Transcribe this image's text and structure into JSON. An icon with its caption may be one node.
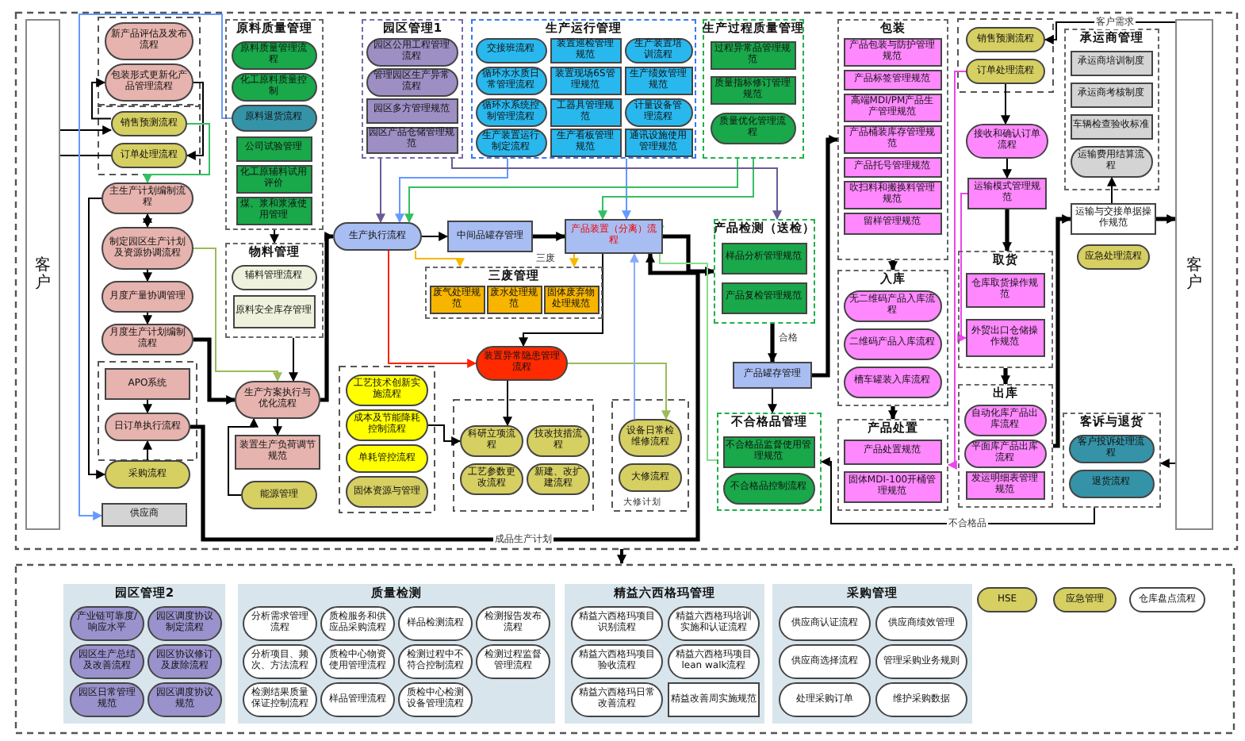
{
  "diagram": {
    "nodes": [
      {
        "text": [
          "客户"
        ]
      },
      {
        "text": [
          "新产品评估及发布流程"
        ]
      },
      {
        "text": [
          "包装形式更新化产品管理流程"
        ]
      },
      {
        "text": [
          "销售预测流程"
        ]
      },
      {
        "text": [
          "订单处理流程"
        ]
      },
      {
        "text": [
          "主生产计划编制流程"
        ]
      },
      {
        "text": [
          "制定园区生产计划及资源协调流程"
        ]
      },
      {
        "text": [
          "月度产量协调管理"
        ]
      },
      {
        "text": [
          "月度生产计划编制流程"
        ]
      },
      {
        "text": [
          "APO系统"
        ]
      },
      {
        "text": [
          "日订单执行流程"
        ]
      },
      {
        "text": [
          "采购流程"
        ]
      },
      {
        "text": [
          "供应商"
        ]
      },
      {
        "text": [
          "原料质量管理"
        ]
      },
      {
        "text": [
          "原料质量管理流程"
        ],
        "in": 13
      },
      {
        "text": [
          "化工原料质量控制"
        ],
        "in": 13
      },
      {
        "text": [
          "原料退货流程"
        ],
        "in": 13
      },
      {
        "text": [
          "公司试验管理"
        ],
        "in": 13
      },
      {
        "text": [
          "化工原辅料试用评价"
        ],
        "in": 13
      },
      {
        "text": [
          "煤、浆和浆液使用管理"
        ],
        "in": 13
      },
      {
        "text": [
          "物料管理"
        ]
      },
      {
        "text": [
          "辅料管理流程"
        ],
        "in": 20
      },
      {
        "text": [
          "原料安全库存管理"
        ],
        "in": 20
      },
      {
        "text": [
          "园区管理1"
        ]
      },
      {
        "text": [
          "园区公用工程管理流程"
        ],
        "in": 23
      },
      {
        "text": [
          "管理园区生产异常流程"
        ],
        "in": 23
      },
      {
        "text": [
          "园区多方管理规范"
        ],
        "in": 23
      },
      {
        "text": [
          "园区产品仓储管理规范"
        ],
        "in": 23
      },
      {
        "text": [
          "生产运行管理"
        ]
      },
      {
        "text": [
          "交接班流程"
        ],
        "in": 28
      },
      {
        "text": [
          "装置巡检管理规范"
        ],
        "in": 28
      },
      {
        "text": [
          "生产装置培训流程"
        ],
        "in": 28
      },
      {
        "text": [
          "循环水水质日常管理流程"
        ],
        "in": 28
      },
      {
        "text": [
          "装置现场6S管理规范"
        ],
        "in": 28
      },
      {
        "text": [
          "生产绩效管理规范"
        ],
        "in": 28
      },
      {
        "text": [
          "循环水系统控制管理流程"
        ],
        "in": 28
      },
      {
        "text": [
          "工器具管理规范"
        ],
        "in": 28
      },
      {
        "text": [
          "计量设备管理流程"
        ],
        "in": 28
      },
      {
        "text": [
          "生产装置运行制定流程"
        ],
        "in": 28
      },
      {
        "text": [
          "生产看板管理规范"
        ],
        "in": 28
      },
      {
        "text": [
          "通讯设施使用管理规范"
        ],
        "in": 28
      },
      {
        "text": [
          "生产过程质量管理"
        ]
      },
      {
        "text": [
          "过程异常品管理规范"
        ],
        "in": 41
      },
      {
        "text": [
          "质量指标修订管理规范"
        ],
        "in": 41
      },
      {
        "text": [
          "质量优化管理流程"
        ],
        "in": 41
      },
      {
        "text": [
          "包装"
        ]
      },
      {
        "text": [
          "产品包装与防护管理规范"
        ],
        "in": 45
      },
      {
        "text": [
          "产品标签管理规范"
        ],
        "in": 45
      },
      {
        "text": [
          "高端MDI/PM产品生产管理规范"
        ],
        "in": 45
      },
      {
        "text": [
          "产品桶装库存管理规范"
        ],
        "in": 45
      },
      {
        "text": [
          "产品托号管理规范"
        ],
        "in": 45
      },
      {
        "text": [
          "吹扫料和搬换料管理规范"
        ],
        "in": 45
      },
      {
        "text": [
          "留样管理规范"
        ],
        "in": 45
      },
      {
        "text": [
          "入库"
        ]
      },
      {
        "text": [
          "无二维码产品入库流程"
        ],
        "in": 53
      },
      {
        "text": [
          "二维码产品入库流程"
        ],
        "in": 53
      },
      {
        "text": [
          "槽车罐装入库流程"
        ],
        "in": 53
      },
      {
        "text": [
          "产品处置"
        ]
      },
      {
        "text": [
          "产品处置规范"
        ],
        "in": 57
      },
      {
        "text": [
          "固体MDI-100开桶管理规范"
        ],
        "in": 57
      },
      {
        "text": [
          "销售预测流程"
        ]
      },
      {
        "text": [
          "订单处理流程"
        ]
      },
      {
        "text": [
          "接收和确认订单流程"
        ]
      },
      {
        "text": [
          "运输模式管理规范"
        ]
      },
      {
        "text": [
          "取货"
        ]
      },
      {
        "text": [
          "仓库取货操作规范"
        ],
        "in": 64
      },
      {
        "text": [
          "外贸出口仓储操作规范"
        ],
        "in": 64
      },
      {
        "text": [
          "出库"
        ]
      },
      {
        "text": [
          "自动化库产品出库流程"
        ],
        "in": 67
      },
      {
        "text": [
          "平面库产品出库流程"
        ],
        "in": 67
      },
      {
        "text": [
          "发运明细表管理规范"
        ],
        "in": 67
      },
      {
        "text": [
          "承运商管理"
        ]
      },
      {
        "text": [
          "承运商培训制度"
        ],
        "in": 71
      },
      {
        "text": [
          "承运商考核制度"
        ],
        "in": 71
      },
      {
        "text": [
          "车辆检查验收标准"
        ],
        "in": 71
      },
      {
        "text": [
          "运输费用结算流程"
        ],
        "in": 71
      },
      {
        "text": [
          "运输与交接单据操作规范"
        ]
      },
      {
        "text": [
          "应急处理流程"
        ]
      },
      {
        "text": [
          "客诉与退货"
        ]
      },
      {
        "text": [
          "客户投诉处理流程"
        ],
        "in": 78
      },
      {
        "text": [
          "退货流程"
        ],
        "in": 78
      },
      {
        "text": [
          "客户"
        ]
      },
      {
        "text": [
          "生产执行流程"
        ]
      },
      {
        "text": [
          "中间品罐存管理"
        ]
      },
      {
        "text": [
          "产品装置（分离）流程"
        ]
      },
      {
        "text": [
          "三废管理"
        ]
      },
      {
        "text": [
          "废气处理规范"
        ],
        "in": 85
      },
      {
        "text": [
          "废水处理规范"
        ],
        "in": 85
      },
      {
        "text": [
          "固体废弃物处理规范"
        ],
        "in": 85
      },
      {
        "text": [
          "装置异常隐患管理流程"
        ]
      },
      {
        "text": [
          "工艺技术创新实施流程"
        ]
      },
      {
        "text": [
          "成本及节能降耗控制流程"
        ]
      },
      {
        "text": [
          "单耗管控流程"
        ]
      },
      {
        "text": [
          "固体资源与管理"
        ]
      },
      {
        "text": [
          "科研立项流程"
        ]
      },
      {
        "text": [
          "技改技措流程"
        ]
      },
      {
        "text": [
          "工艺参数更改流程"
        ]
      },
      {
        "text": [
          "新建、改扩建流程"
        ]
      },
      {
        "text": [
          "设备日常检维修流程"
        ]
      },
      {
        "text": [
          "大修流程"
        ]
      },
      {
        "text": [
          "生产方案执行与优化流程"
        ]
      },
      {
        "text": [
          "装置生产负荷调节规范"
        ]
      },
      {
        "text": [
          "能源管理"
        ]
      },
      {
        "text": [
          "产品检测（送检）"
        ]
      },
      {
        "text": [
          "样品分析管理规范"
        ],
        "in": 103
      },
      {
        "text": [
          "产品复检管理规范"
        ],
        "in": 103
      },
      {
        "text": [
          "产品罐存管理"
        ]
      },
      {
        "text": [
          "不合格品管理"
        ]
      },
      {
        "text": [
          "不合格品监督使用管理规范"
        ],
        "in": 107
      },
      {
        "text": [
          "不合格品控制流程"
        ],
        "in": 107
      },
      {
        "text": [
          "园区管理2"
        ]
      },
      {
        "text": [
          "产业链可靠度/响应水平"
        ],
        "in": 110
      },
      {
        "text": [
          "园区调度协议制定流程"
        ],
        "in": 110
      },
      {
        "text": [
          "园区生产总结及改善流程"
        ],
        "in": 110
      },
      {
        "text": [
          "园区协议修订及废除流程"
        ],
        "in": 110
      },
      {
        "text": [
          "园区日常管理规范"
        ],
        "in": 110
      },
      {
        "text": [
          "园区调度协议规范"
        ],
        "in": 110
      },
      {
        "text": [
          "质量检测"
        ]
      },
      {
        "text": [
          "分析需求管理流程"
        ],
        "in": 117
      },
      {
        "text": [
          "质检服务和供应品采购流程"
        ],
        "in": 117
      },
      {
        "text": [
          "样品检测流程"
        ],
        "in": 117
      },
      {
        "text": [
          "检测报告发布流程"
        ],
        "in": 117
      },
      {
        "text": [
          "分析项目、频次、方法流程"
        ],
        "in": 117
      },
      {
        "text": [
          "质检中心物资使用管理流程"
        ],
        "in": 117
      },
      {
        "text": [
          "检测过程中不符合控制流程"
        ],
        "in": 117
      },
      {
        "text": [
          "检测过程监督管理流程"
        ],
        "in": 117
      },
      {
        "text": [
          "检测结果质量保证控制流程"
        ],
        "in": 117
      },
      {
        "text": [
          "样品管理流程"
        ],
        "in": 117
      },
      {
        "text": [
          "质检中心检测设备管理流程"
        ],
        "in": 117
      },
      {
        "text": [
          "精益六西格玛管理"
        ]
      },
      {
        "text": [
          "精益六西格玛项目识别流程"
        ],
        "in": 129
      },
      {
        "text": [
          "精益六西格玛培训实施和认证流程"
        ],
        "in": 129
      },
      {
        "text": [
          "精益六西格玛项目验收流程"
        ],
        "in": 129
      },
      {
        "text": [
          "精益六西格玛项目lean walk流程"
        ],
        "in": 129
      },
      {
        "text": [
          "精益六西格玛日常改善流程"
        ],
        "in": 129
      },
      {
        "text": [
          "精益改善周实施规范"
        ],
        "in": 129
      },
      {
        "text": [
          "采购管理"
        ]
      },
      {
        "text": [
          "供应商认证流程"
        ],
        "in": 136
      },
      {
        "text": [
          "供应商绩效管理"
        ],
        "in": 136
      },
      {
        "text": [
          "供应商选择流程"
        ],
        "in": 136
      },
      {
        "text": [
          "管理采购业务规则"
        ],
        "in": 136
      },
      {
        "text": [
          "处理采购订单"
        ],
        "in": 136
      },
      {
        "text": [
          "维护采购数据"
        ],
        "in": 136
      },
      {
        "text": [
          "HSE"
        ]
      },
      {
        "text": [
          "应急管理"
        ]
      },
      {
        "text": [
          "仓库盘点流程"
        ]
      }
    ],
    "edges": [
      {
        "from": 3,
        "to": 2,
        "arrow": "to"
      },
      {
        "from": 2,
        "to": 4,
        "arrow": "to"
      },
      {
        "from": 0,
        "to": 3,
        "arrow": "to"
      },
      {
        "from": 4,
        "to": 0,
        "arrow": "none"
      },
      {
        "from": 3,
        "to": 5,
        "arrow": "to",
        "color": "#33c060"
      },
      {
        "from": 5,
        "to": 6,
        "arrow": "both"
      },
      {
        "from": 6,
        "to": 7,
        "arrow": "to"
      },
      {
        "from": 7,
        "to": 8,
        "arrow": "to"
      },
      {
        "from": 8,
        "to": 100,
        "arrow": "to",
        "style": "thick"
      },
      {
        "from": 9,
        "to": 10,
        "arrow": "to"
      },
      {
        "from": 11,
        "to": 10,
        "arrow": "to"
      },
      {
        "from": 10,
        "to": 84,
        "arrow": "to",
        "style": "thick",
        "label": "成品生产计划"
      },
      {
        "from": 16,
        "to": 12,
        "arrow": "to",
        "color": "#6699ff"
      },
      {
        "from": 5,
        "to": 11,
        "arrow": "to"
      },
      {
        "from": 6,
        "to": 100,
        "arrow": "to",
        "color": "#9bbb59"
      },
      {
        "from": 100,
        "to": 82,
        "arrow": "to",
        "style": "thick"
      },
      {
        "from": 100,
        "to": 101,
        "arrow": "to"
      },
      {
        "from": 102,
        "to": 100,
        "arrow": "to"
      },
      {
        "from": 13,
        "to": 20,
        "arrow": "to"
      },
      {
        "from": 20,
        "to": 100,
        "arrow": "to"
      },
      {
        "from": 23,
        "to": 82,
        "arrow": "to",
        "color": "#6a5a9a"
      },
      {
        "from": 28,
        "to": 82,
        "arrow": "to",
        "color": "#6699ff"
      },
      {
        "from": 28,
        "to": 84,
        "arrow": "to",
        "color": "#6699ff"
      },
      {
        "from": 41,
        "to": 82,
        "arrow": "to",
        "color": "#33c060"
      },
      {
        "from": 41,
        "to": 84,
        "arrow": "to",
        "color": "#33c060"
      },
      {
        "from": 23,
        "to": 103,
        "arrow": "to",
        "color": "#6a5a9a"
      },
      {
        "from": 82,
        "to": 83,
        "arrow": "to"
      },
      {
        "from": 83,
        "to": 84,
        "arrow": "to",
        "style": "thick"
      },
      {
        "from": 84,
        "to": 103,
        "arrow": "to",
        "style": "thick"
      },
      {
        "from": 103,
        "to": 106,
        "arrow": "to",
        "style": "thick",
        "label": "合格"
      },
      {
        "from": 106,
        "to": 45,
        "arrow": "to",
        "style": "thick"
      },
      {
        "from": 45,
        "to": 53,
        "arrow": "to",
        "style": "thick"
      },
      {
        "from": 53,
        "to": 57,
        "arrow": "to",
        "style": "thick"
      },
      {
        "from": 61,
        "to": 62,
        "arrow": "to"
      },
      {
        "from": 62,
        "to": 63,
        "arrow": "to"
      },
      {
        "from": 63,
        "to": 64,
        "arrow": "to",
        "style": "thick"
      },
      {
        "from": 64,
        "to": 67,
        "arrow": "to",
        "style": "thick"
      },
      {
        "from": 67,
        "to": 76,
        "arrow": "to",
        "style": "thick"
      },
      {
        "from": 76,
        "to": 81,
        "arrow": "to",
        "style": "thick"
      },
      {
        "from": 76,
        "to": 75,
        "arrow": "to"
      },
      {
        "from": 81,
        "to": 60,
        "arrow": "to",
        "label": "客户需求"
      },
      {
        "from": 81,
        "to": 78,
        "arrow": "to"
      },
      {
        "from": 78,
        "to": 107,
        "arrow": "to",
        "label": "不合格品"
      },
      {
        "from": 84,
        "to": 85,
        "arrow": "to",
        "color": "#f5b800",
        "label": "三废"
      },
      {
        "from": 82,
        "to": 85,
        "arrow": "to",
        "color": "#f5b800"
      },
      {
        "from": 82,
        "to": 89,
        "arrow": "to",
        "color": "#ff2200"
      },
      {
        "from": 84,
        "to": 89,
        "arrow": "to"
      },
      {
        "from": 89,
        "to": 94,
        "arrow": "to"
      },
      {
        "from": 91,
        "to": 94,
        "arrow": "to"
      },
      {
        "from": 89,
        "to": 98,
        "arrow": "to",
        "color": "#9bbb59"
      },
      {
        "from": 98,
        "to": 84,
        "arrow": "to",
        "color": "#88aaff"
      },
      {
        "from": 106,
        "to": 107,
        "arrow": "to"
      },
      {
        "from": 107,
        "to": 84,
        "arrow": "to",
        "color": "#88dd88"
      },
      {
        "from": 61,
        "to": 57,
        "arrow": "to",
        "color": "#ee44ee"
      },
      {
        "from": 63,
        "to": 66,
        "arrow": "to",
        "color": "#ee44ee"
      }
    ],
    "labels": [
      "大修计划"
    ]
  }
}
